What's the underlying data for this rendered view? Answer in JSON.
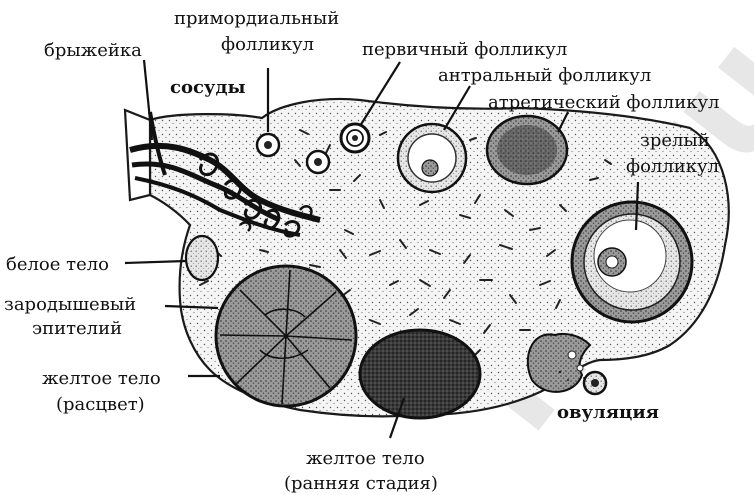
{
  "labels": {
    "mesentery": "брыжейка",
    "vessels": "сосуды",
    "primordial_line1": "примордиальный",
    "primordial_line2": "фолликул",
    "primary": "первичный фолликул",
    "antral": "антральный фолликул",
    "atretic": "атретический фолликул",
    "mature_line1": "зрелый",
    "mature_line2": "фолликул",
    "corpus_albicans": "белое тело",
    "germinal_line1": "зародышевый",
    "germinal_line2": "эпителий",
    "corpus_luteum_bloom_line1": "желтое тело",
    "corpus_luteum_bloom_line2": "(расцвет)",
    "ovulation": "овуляция",
    "corpus_luteum_early_line1": "желтое тело",
    "corpus_luteum_early_line2": "(ранняя стадия)"
  },
  "watermark": {
    "text": "llb.ru",
    "color": "#e7e7e7"
  },
  "colors": {
    "stroma": "#f4f4f4",
    "outline": "#1a1a1a",
    "dark_stipple": "#2a2a2a",
    "leader": "#111111"
  }
}
